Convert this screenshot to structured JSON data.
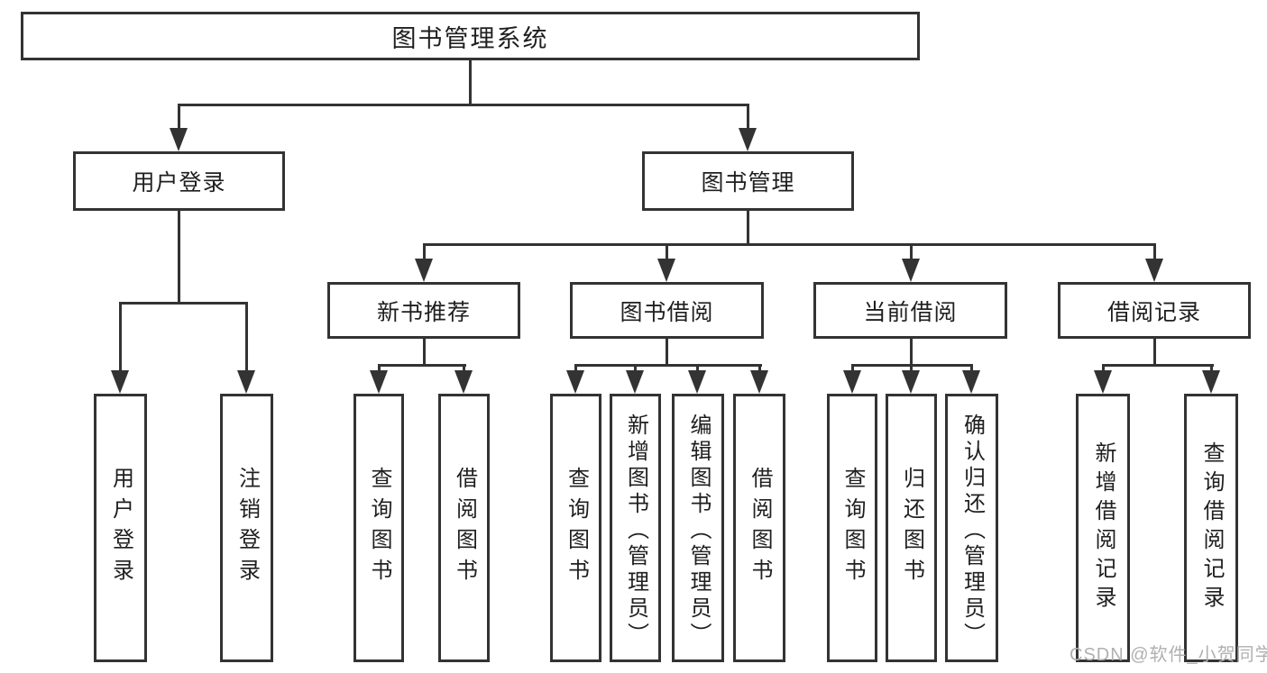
{
  "diagram": {
    "type": "hierarchy-chart",
    "root": {
      "label": "图书管理系统"
    },
    "level2": [
      {
        "label": "用户登录"
      },
      {
        "label": "图书管理"
      }
    ],
    "level3": [
      {
        "label": "新书推荐",
        "parent": "图书管理"
      },
      {
        "label": "图书借阅",
        "parent": "图书管理"
      },
      {
        "label": "当前借阅",
        "parent": "图书管理"
      },
      {
        "label": "借阅记录",
        "parent": "图书管理"
      }
    ],
    "leaves": [
      {
        "label": "用户登录",
        "parent": "用户登录"
      },
      {
        "label": "注销登录",
        "parent": "用户登录"
      },
      {
        "label": "查询图书",
        "parent": "新书推荐"
      },
      {
        "label": "借阅图书",
        "parent": "新书推荐"
      },
      {
        "label": "查询图书",
        "parent": "图书借阅"
      },
      {
        "label": "新增图书（管理员）",
        "parent": "图书借阅"
      },
      {
        "label": "编辑图书（管理员）",
        "parent": "图书借阅"
      },
      {
        "label": "借阅图书",
        "parent": "图书借阅"
      },
      {
        "label": "查询图书",
        "parent": "当前借阅"
      },
      {
        "label": "归还图书",
        "parent": "当前借阅"
      },
      {
        "label": "确认归还（管理员）",
        "parent": "当前借阅"
      },
      {
        "label": "新增借阅记录",
        "parent": "借阅记录"
      },
      {
        "label": "查询借阅记录",
        "parent": "借阅记录"
      }
    ],
    "watermark": {
      "text": "CSDN @软件_小贺同学"
    },
    "colors": {
      "background": "#ffffff",
      "box_border": "#333333",
      "line": "#333333",
      "text": "#1f1f1f",
      "watermark": "#b0b0b0"
    }
  }
}
